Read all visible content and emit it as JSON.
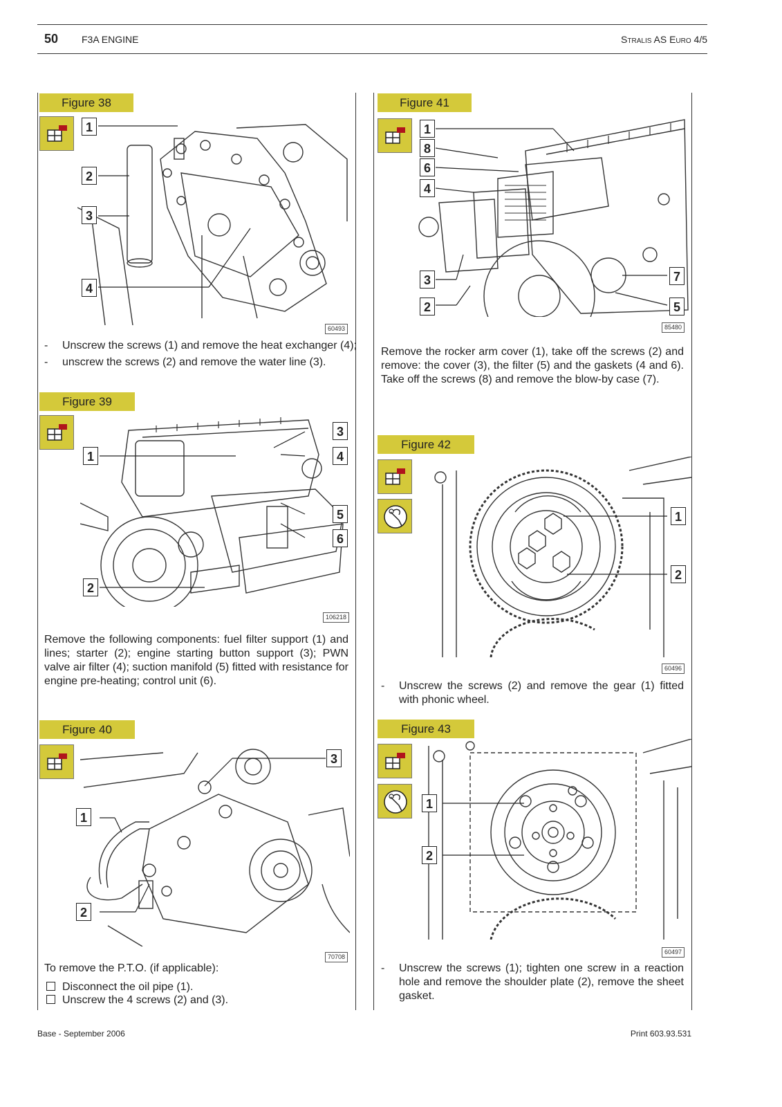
{
  "header": {
    "page_number": "50",
    "section": "F3A ENGINE",
    "model": "Stralis AS Euro 4/5"
  },
  "footer": {
    "left": "Base - September 2006",
    "right": "Print 603.93.531"
  },
  "figures": {
    "fig38": {
      "label": "Figure 38",
      "number": "60493",
      "callouts": [
        "1",
        "2",
        "3",
        "4"
      ],
      "text": [
        "Unscrew the screws (1) and remove the heat exchanger (4);",
        "unscrew the screws (2) and remove the water line (3)."
      ]
    },
    "fig39": {
      "label": "Figure 39",
      "number": "106218",
      "callouts": [
        "1",
        "2",
        "3",
        "4",
        "5",
        "6"
      ],
      "text": "Remove the following components: fuel filter support (1) and lines; starter (2); engine starting button support (3); PWN valve air filter (4); suction manifold (5) fitted with resistance for engine pre-heating; control unit (6)."
    },
    "fig40": {
      "label": "Figure 40",
      "number": "70708",
      "callouts": [
        "1",
        "2",
        "3"
      ],
      "intro": "To remove the P.T.O. (if applicable):",
      "steps": [
        "Disconnect the oil pipe (1).",
        "Unscrew the 4 screws (2) and (3)."
      ]
    },
    "fig41": {
      "label": "Figure 41",
      "number": "85480",
      "callouts": [
        "1",
        "8",
        "6",
        "4",
        "3",
        "2",
        "7",
        "5"
      ],
      "text": "Remove the rocker arm cover (1), take off the screws (2) and remove: the cover (3), the filter (5) and the gaskets (4 and 6). Take off the screws (8) and remove the blow-by case (7)."
    },
    "fig42": {
      "label": "Figure 42",
      "number": "60496",
      "callouts": [
        "1",
        "2"
      ],
      "text": "Unscrew the screws (2) and remove the gear (1) fitted with phonic wheel."
    },
    "fig43": {
      "label": "Figure 43",
      "number": "60497",
      "callouts": [
        "1",
        "2"
      ],
      "text": "Unscrew the screws (1); tighten one screw in a reaction hole and remove the shoulder plate (2), remove the sheet gasket."
    }
  },
  "symbols": {
    "removal": "removal-refitting-icon",
    "tool": "special-tool-icon"
  },
  "colors": {
    "tag_bg": "#d4c93a",
    "symbol_red": "#b0141c"
  }
}
